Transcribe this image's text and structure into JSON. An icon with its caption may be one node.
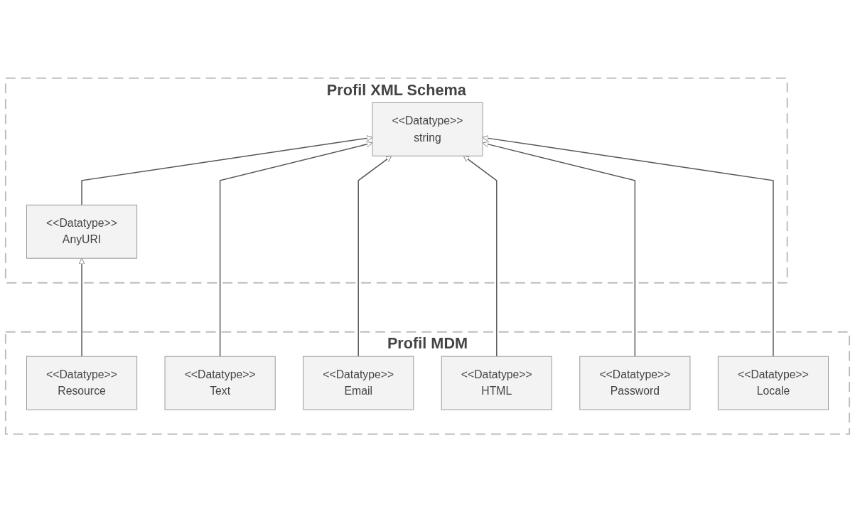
{
  "diagram": {
    "nodes": [
      {
        "text": [
          "Profil XML Schema"
        ]
      },
      {
        "text": [
          "<<Datatype>>",
          "AnyURI"
        ],
        "in": 0
      },
      {
        "text": [
          "<<Datatype>>",
          "string"
        ],
        "in": 0
      },
      {
        "text": [
          "Profil MDM"
        ]
      },
      {
        "text": [
          "<<Datatype>>",
          "Resource"
        ],
        "in": 3
      },
      {
        "text": [
          "<<Datatype>>",
          "Text"
        ],
        "in": 3
      },
      {
        "text": [
          "<<Datatype>>",
          "Email"
        ],
        "in": 3
      },
      {
        "text": [
          "<<Datatype>>",
          "HTML"
        ],
        "in": 3
      },
      {
        "text": [
          "<<Datatype>>",
          "Password"
        ],
        "in": 3
      },
      {
        "text": [
          "<<Datatype>>",
          "Locale"
        ],
        "in": 3
      }
    ],
    "edges": [
      {
        "from": 1,
        "to": 2,
        "arrow": "to"
      },
      {
        "from": 4,
        "to": 1,
        "arrow": "to"
      },
      {
        "from": 5,
        "to": 2,
        "arrow": "to"
      },
      {
        "from": 6,
        "to": 2,
        "arrow": "to"
      },
      {
        "from": 7,
        "to": 2,
        "arrow": "to"
      },
      {
        "from": 8,
        "to": 2,
        "arrow": "to"
      },
      {
        "from": 9,
        "to": 2,
        "arrow": "to"
      }
    ]
  }
}
